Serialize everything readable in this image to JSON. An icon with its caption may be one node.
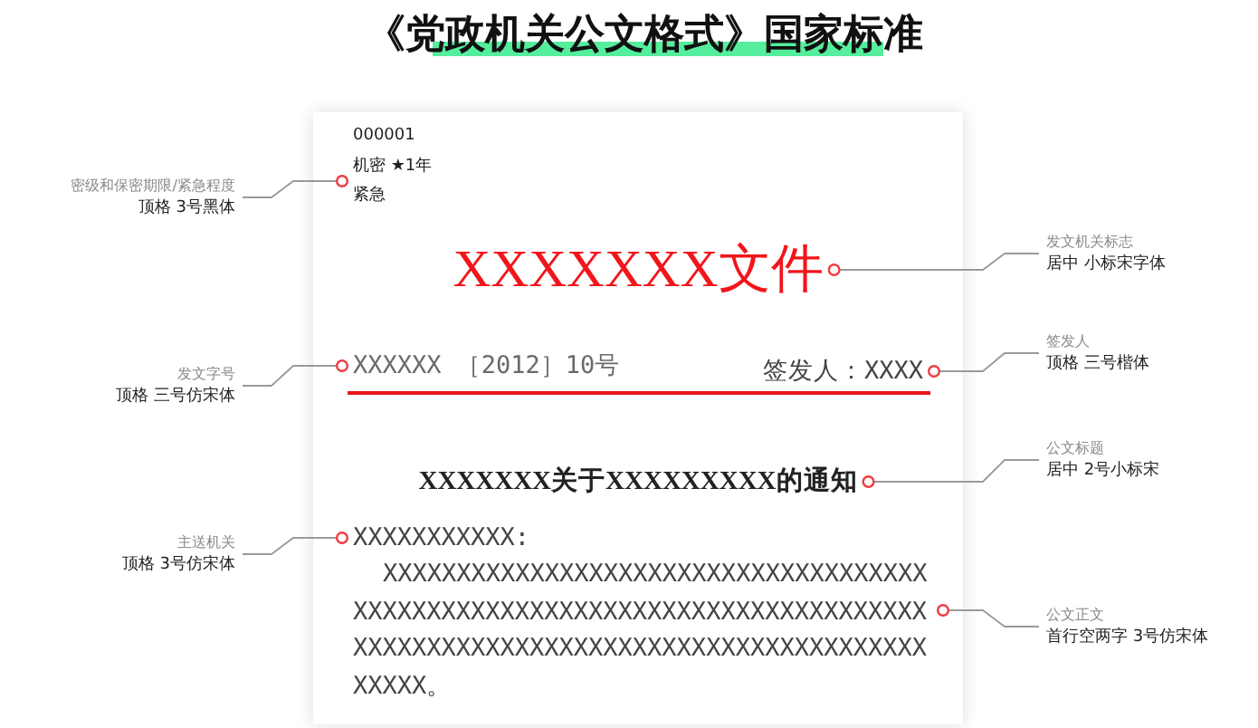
{
  "diagram": {
    "title": "《党政机关公文格式》国家标准",
    "nodes": [
      {
        "text": [
          "000001"
        ]
      },
      {
        "text": [
          "机密 ★1年",
          "紧急"
        ],
        "in": 0
      },
      {
        "text": [
          "XXXXXXX文件"
        ],
        "in": 0
      },
      {
        "text": [
          "XXXXXX ［2012］10号"
        ],
        "in": 0
      },
      {
        "text": [
          "签发人：XXXX"
        ],
        "in": 0
      },
      {
        "text": [
          "XXXXXXX关于XXXXXXXXX的通知"
        ],
        "in": 0
      },
      {
        "text": [
          "XXXXXXXXXXX:"
        ],
        "in": 0
      },
      {
        "text": [
          "XXXXXXXXXXXXXXXXXXXXXXXXXXXXXXXXXXXXXXXXXXXXXXXXXXXXXXXXXXXXXXXXXXXXXXXXXXXXXXXXXXXXXXXXXXXXXXXXXXXXXXXXXXXXXXXXXXXXXXXX。"
        ],
        "in": 0
      },
      {
        "text": [
          "密级和保密期限/紧急程度",
          "顶格 3号黑体"
        ]
      },
      {
        "text": [
          "发文机关标志",
          "居中 小标宋字体"
        ]
      },
      {
        "text": [
          "发文字号",
          "顶格 三号仿宋体"
        ]
      },
      {
        "text": [
          "签发人",
          "顶格 三号楷体"
        ]
      },
      {
        "text": [
          "公文标题",
          "居中 2号小标宋"
        ]
      },
      {
        "text": [
          "主送机关",
          "顶格 3号仿宋体"
        ]
      },
      {
        "text": [
          "公文正文",
          "首行空两字 3号仿宋体"
        ]
      }
    ],
    "edges": [
      {
        "from": 8,
        "to": 1,
        "arrow": "other"
      },
      {
        "from": 9,
        "to": 2,
        "arrow": "other"
      },
      {
        "from": 10,
        "to": 3,
        "arrow": "other"
      },
      {
        "from": 11,
        "to": 4,
        "arrow": "other"
      },
      {
        "from": 12,
        "to": 5,
        "arrow": "other"
      },
      {
        "from": 13,
        "to": 6,
        "arrow": "other"
      },
      {
        "from": 14,
        "to": 7,
        "arrow": "other"
      }
    ]
  }
}
